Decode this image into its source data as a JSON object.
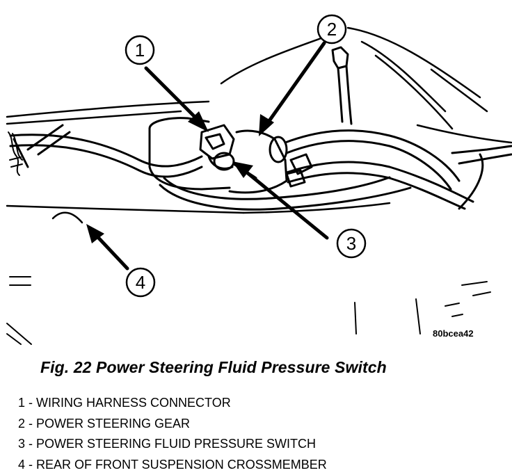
{
  "figure": {
    "code": "80bcea42",
    "callouts": [
      "1",
      "2",
      "3",
      "4"
    ]
  },
  "caption": "Fig. 22 Power Steering Fluid Pressure Switch",
  "legend": [
    "1 - WIRING HARNESS CONNECTOR",
    "2 - POWER STEERING GEAR",
    "3 - POWER STEERING FLUID PRESSURE SWITCH",
    "4 - REAR OF FRONT SUSPENSION CROSSMEMBER"
  ]
}
